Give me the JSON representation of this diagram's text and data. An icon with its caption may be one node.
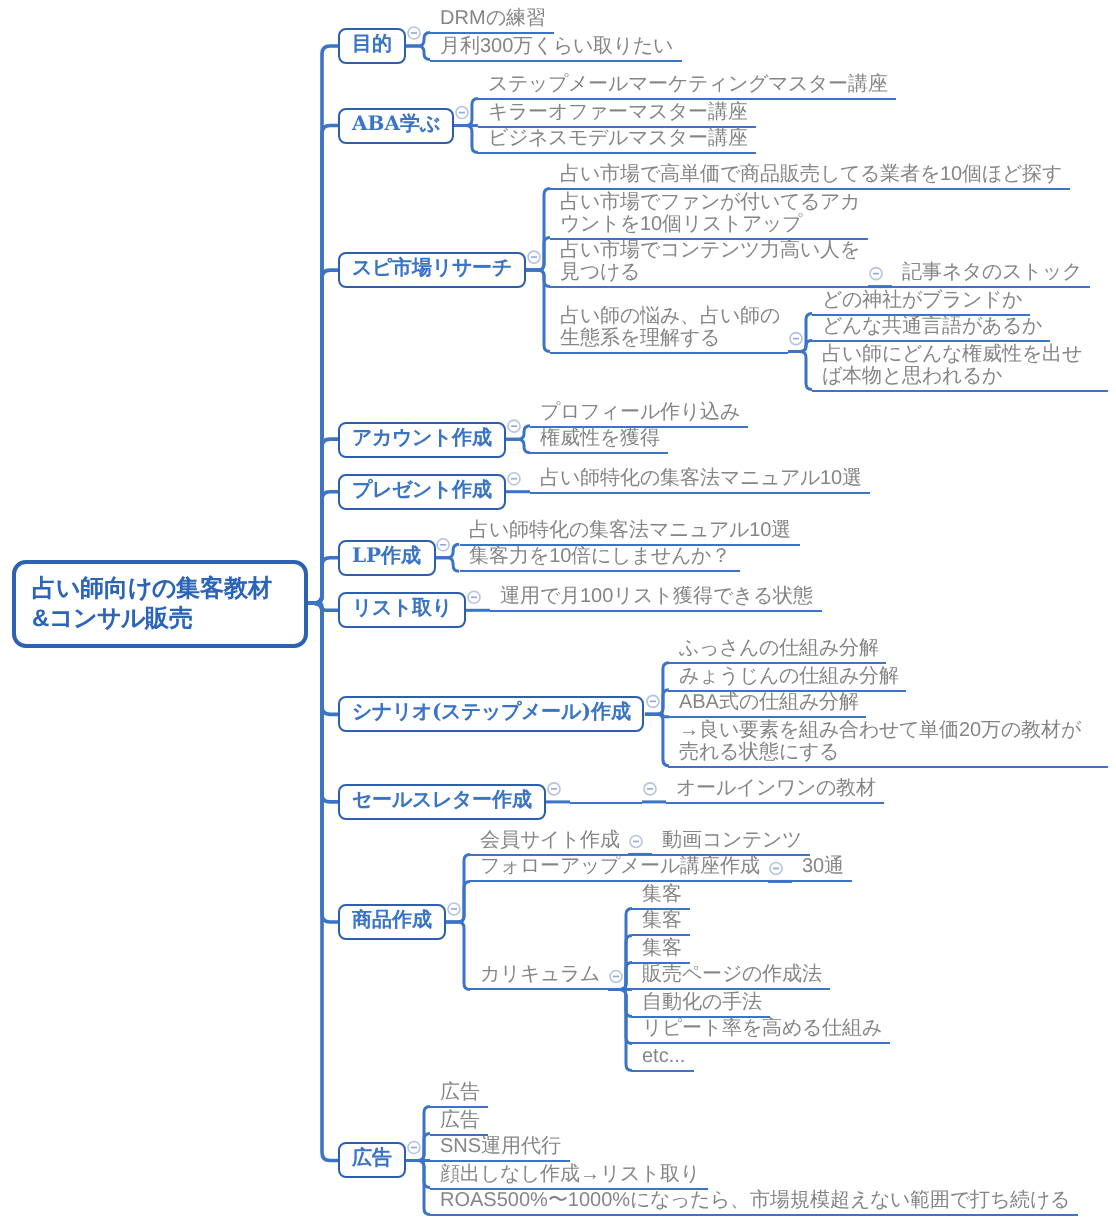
{
  "diagram": {
    "nodes": [
      {
        "text": [
          "占い師向けの集客教材&コンサル販売"
        ]
      },
      {
        "text": [
          "目的"
        ]
      },
      {
        "text": [
          "DRMの練習"
        ]
      },
      {
        "text": [
          "月利300万くらい取りたい"
        ]
      },
      {
        "text": [
          "ABA学ぶ"
        ]
      },
      {
        "text": [
          "ステップメールマーケティングマスター講座"
        ]
      },
      {
        "text": [
          "キラーオファーマスター講座"
        ]
      },
      {
        "text": [
          "ビジネスモデルマスター講座"
        ]
      },
      {
        "text": [
          "スピ市場リサーチ"
        ]
      },
      {
        "text": [
          "占い市場で高単価で商品販売してる業者を10個ほど探す"
        ]
      },
      {
        "text": [
          "占い市場でファンが付いてるアカウントを10個リストアップ"
        ]
      },
      {
        "text": [
          "占い市場でコンテンツ力高い人を見つける"
        ]
      },
      {
        "text": [
          "記事ネタのストック"
        ]
      },
      {
        "text": [
          "占い師の悩み、占い師の生態系を理解する"
        ]
      },
      {
        "text": [
          "どの神社がブランドか"
        ]
      },
      {
        "text": [
          "どんな共通言語があるか"
        ]
      },
      {
        "text": [
          "占い師にどんな権威性を出せば本物と思われるか"
        ]
      },
      {
        "text": [
          "アカウント作成"
        ]
      },
      {
        "text": [
          "プロフィール作り込み"
        ]
      },
      {
        "text": [
          "権威性を獲得"
        ]
      },
      {
        "text": [
          "プレゼント作成"
        ]
      },
      {
        "text": [
          "占い師特化の集客法マニュアル10選"
        ]
      },
      {
        "text": [
          "LP作成"
        ]
      },
      {
        "text": [
          "占い師特化の集客法マニュアル10選"
        ]
      },
      {
        "text": [
          "集客力を10倍にしませんか？"
        ]
      },
      {
        "text": [
          "リスト取り"
        ]
      },
      {
        "text": [
          "運用で月100リスト獲得できる状態"
        ]
      },
      {
        "text": [
          "シナリオ(ステップメール)作成"
        ]
      },
      {
        "text": [
          "ふっさんの仕組み分解"
        ]
      },
      {
        "text": [
          "みょうじんの仕組み分解"
        ]
      },
      {
        "text": [
          "ABA式の仕組み分解"
        ]
      },
      {
        "text": [
          "→良い要素を組み合わせて単価20万の教材が売れる状態にする"
        ]
      },
      {
        "text": [
          "セールスレター作成"
        ]
      },
      {
        "text": [],
        "shape": "line"
      },
      {
        "text": [
          "オールインワンの教材"
        ]
      },
      {
        "text": [
          "商品作成"
        ]
      },
      {
        "text": [
          "会員サイト作成"
        ]
      },
      {
        "text": [
          "動画コンテンツ"
        ]
      },
      {
        "text": [
          "フォローアップメール講座作成"
        ]
      },
      {
        "text": [
          "30通"
        ]
      },
      {
        "text": [
          "カリキュラム"
        ]
      },
      {
        "text": [
          "集客"
        ]
      },
      {
        "text": [
          "集客"
        ]
      },
      {
        "text": [
          "集客"
        ]
      },
      {
        "text": [
          "販売ページの作成法"
        ]
      },
      {
        "text": [
          "自動化の手法"
        ]
      },
      {
        "text": [
          "リピート率を高める仕組み"
        ]
      },
      {
        "text": [
          "etc..."
        ]
      },
      {
        "text": [
          "広告"
        ]
      },
      {
        "text": [
          "広告"
        ]
      },
      {
        "text": [
          "広告"
        ]
      },
      {
        "text": [
          "SNS運用代行"
        ]
      },
      {
        "text": [
          "顔出しなし作成→リスト取り"
        ]
      },
      {
        "text": [
          "ROAS500%〜1000%になったら、市場規模超えない範囲で打ち続ける"
        ]
      }
    ],
    "edges": [
      {
        "from": 0,
        "to": 1,
        "arrow": "none"
      },
      {
        "from": 1,
        "to": 2,
        "arrow": "none"
      },
      {
        "from": 1,
        "to": 3,
        "arrow": "none"
      },
      {
        "from": 0,
        "to": 4,
        "arrow": "none"
      },
      {
        "from": 4,
        "to": 5,
        "arrow": "none"
      },
      {
        "from": 4,
        "to": 6,
        "arrow": "none"
      },
      {
        "from": 4,
        "to": 7,
        "arrow": "none"
      },
      {
        "from": 0,
        "to": 8,
        "arrow": "none"
      },
      {
        "from": 8,
        "to": 9,
        "arrow": "none"
      },
      {
        "from": 8,
        "to": 10,
        "arrow": "none"
      },
      {
        "from": 8,
        "to": 11,
        "arrow": "none"
      },
      {
        "from": 11,
        "to": 12,
        "arrow": "none"
      },
      {
        "from": 8,
        "to": 13,
        "arrow": "none"
      },
      {
        "from": 13,
        "to": 14,
        "arrow": "none"
      },
      {
        "from": 13,
        "to": 15,
        "arrow": "none"
      },
      {
        "from": 13,
        "to": 16,
        "arrow": "none"
      },
      {
        "from": 0,
        "to": 17,
        "arrow": "none"
      },
      {
        "from": 17,
        "to": 18,
        "arrow": "none"
      },
      {
        "from": 17,
        "to": 19,
        "arrow": "none"
      },
      {
        "from": 0,
        "to": 20,
        "arrow": "none"
      },
      {
        "from": 20,
        "to": 21,
        "arrow": "none"
      },
      {
        "from": 0,
        "to": 22,
        "arrow": "none"
      },
      {
        "from": 22,
        "to": 23,
        "arrow": "none"
      },
      {
        "from": 22,
        "to": 24,
        "arrow": "none"
      },
      {
        "from": 0,
        "to": 25,
        "arrow": "none"
      },
      {
        "from": 25,
        "to": 26,
        "arrow": "none"
      },
      {
        "from": 0,
        "to": 27,
        "arrow": "none"
      },
      {
        "from": 27,
        "to": 28,
        "arrow": "none"
      },
      {
        "from": 27,
        "to": 29,
        "arrow": "none"
      },
      {
        "from": 27,
        "to": 30,
        "arrow": "none"
      },
      {
        "from": 27,
        "to": 31,
        "arrow": "none"
      },
      {
        "from": 0,
        "to": 32,
        "arrow": "none"
      },
      {
        "from": 32,
        "to": 33,
        "arrow": "none"
      },
      {
        "from": 33,
        "to": 34,
        "arrow": "none"
      },
      {
        "from": 0,
        "to": 35,
        "arrow": "none"
      },
      {
        "from": 35,
        "to": 36,
        "arrow": "none"
      },
      {
        "from": 36,
        "to": 37,
        "arrow": "none"
      },
      {
        "from": 35,
        "to": 38,
        "arrow": "none"
      },
      {
        "from": 38,
        "to": 39,
        "arrow": "none"
      },
      {
        "from": 35,
        "to": 40,
        "arrow": "none"
      },
      {
        "from": 40,
        "to": 41,
        "arrow": "none"
      },
      {
        "from": 40,
        "to": 42,
        "arrow": "none"
      },
      {
        "from": 40,
        "to": 43,
        "arrow": "none"
      },
      {
        "from": 40,
        "to": 44,
        "arrow": "none"
      },
      {
        "from": 40,
        "to": 45,
        "arrow": "none"
      },
      {
        "from": 40,
        "to": 46,
        "arrow": "none"
      },
      {
        "from": 40,
        "to": 47,
        "arrow": "none"
      },
      {
        "from": 0,
        "to": 48,
        "arrow": "none"
      },
      {
        "from": 48,
        "to": 49,
        "arrow": "none"
      },
      {
        "from": 48,
        "to": 50,
        "arrow": "none"
      },
      {
        "from": 48,
        "to": 51,
        "arrow": "none"
      },
      {
        "from": 48,
        "to": 52,
        "arrow": "none"
      },
      {
        "from": 48,
        "to": 53,
        "arrow": "none"
      }
    ]
  }
}
